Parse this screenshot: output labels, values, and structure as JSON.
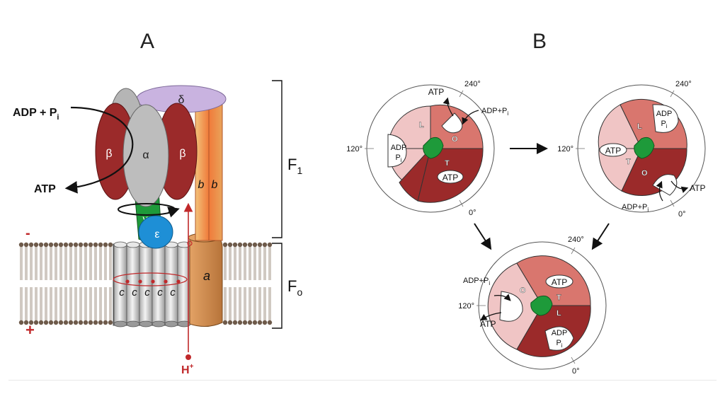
{
  "panel_a": {
    "label": "A",
    "substrate": "ADP + P",
    "substrate_sub": "i",
    "product": "ATP",
    "beta_left": "β",
    "alpha": "α",
    "beta_right": "β",
    "delta": "δ",
    "gamma": "γ",
    "epsilon": "ε",
    "b1": "b",
    "b2": "b",
    "a": "a",
    "c": "c",
    "membrane_minus": "-",
    "membrane_plus": "+",
    "proton": "H",
    "proton_sup": "+",
    "f1": "F",
    "f1_sub": "1",
    "fo": "F",
    "fo_sub": "o"
  },
  "panel_b": {
    "label": "B",
    "deg_0": "0°",
    "deg_120": "120°",
    "deg_240": "240°",
    "atp": "ATP",
    "adp": "ADP",
    "pi": "P",
    "pi_sub": "i",
    "adp_pi": "ADP+P",
    "state_l": "L",
    "state_o": "O",
    "state_t": "T"
  },
  "colors": {
    "beta": "#9b2a2a",
    "alpha": "#bdbdbd",
    "delta": "#c9b3e0",
    "gamma": "#1e9a3a",
    "epsilon": "#1e8fd6",
    "a_subunit": "#c98a4a",
    "proton": "#c0282a",
    "sector_light": "#f0c5c5",
    "sector_mid": "#d9766e",
    "sector_dark": "#9b2a2a"
  }
}
